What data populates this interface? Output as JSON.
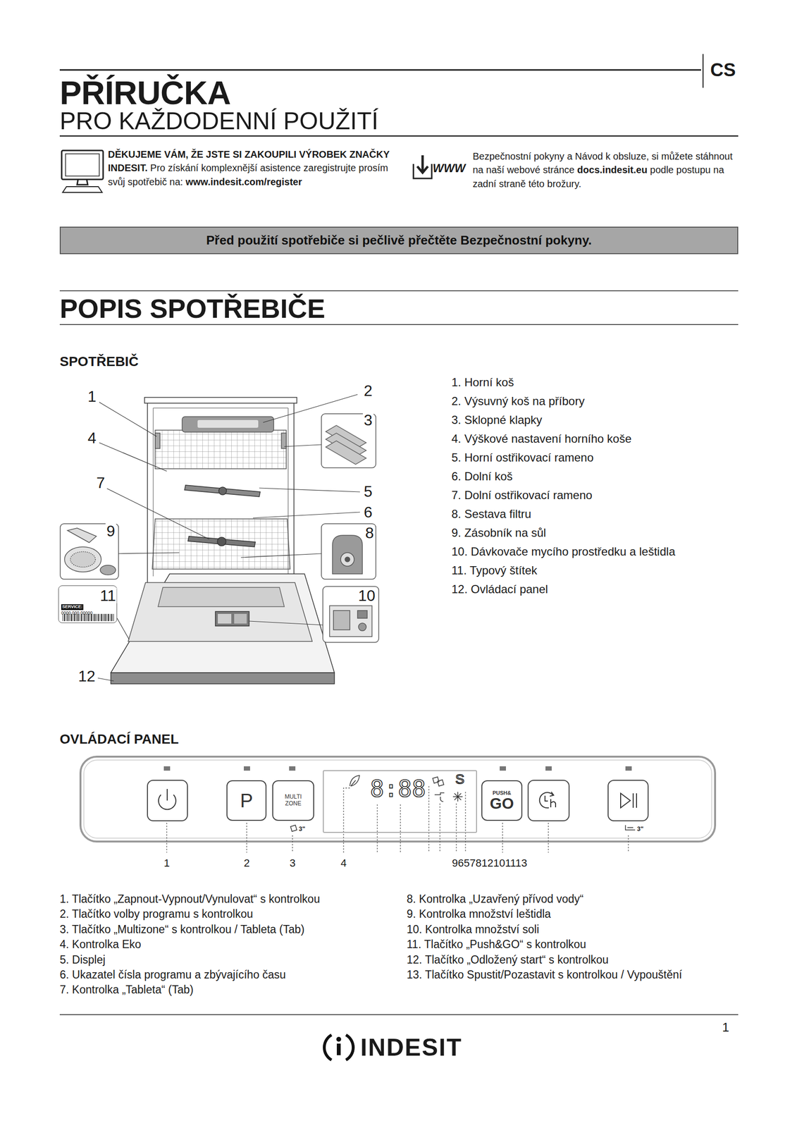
{
  "diagram": {
    "title": "PŘÍRUČKA",
    "nodes": [
      {
        "text": [
          "Před použití spotřebiče si pečlivě přečtěte Bezpečnostní pokyny."
        ]
      },
      {
        "text": [
          "SERVICE:",
          "0000 000 00000"
        ]
      },
      {
        "text": [
          "P"
        ]
      },
      {
        "text": [
          "MULTI ZONE"
        ]
      },
      {
        "text": [
          "8:88",
          "S"
        ]
      },
      {
        "text": [
          "PUSH&",
          "GO"
        ]
      }
    ],
    "labels": [
      "CS",
      "PRO KAŽDODENNÍ POUŽITÍ",
      "DĚKUJEME VÁM, ŽE JSTE SI ZAKOUPILI VÝROBEK ZNAČKY INDESIT.",
      "Pro získání komplexnější asistence zaregistrujte prosím svůj spotřebič na:",
      "www.indesit.com/register",
      "WWW",
      "Bezpečnostní pokyny a Návod k obsluze, si můžete stáhnout na naší webové stránce",
      "docs.indesit.eu",
      "podle postupu na zadní straně této brožury.",
      "POPIS SPOTŘEBIČE",
      "SPOTŘEBIČ",
      "1",
      "2",
      "3",
      "4",
      "5",
      "6",
      "7",
      "8",
      "9",
      "10",
      "11",
      "12",
      "1. Horní koš",
      "2. Výsuvný koš na příbory",
      "3. Sklopné klapky",
      "4. Výškové nastavení horního koše",
      "5. Horní ostřikovací rameno",
      "6. Dolní koš",
      "7. Dolní ostřikovací rameno",
      "8. Sestava filtru",
      "9. Zásobník na sůl",
      "10. Dávkovače mycího prostředku a leštidla",
      "11. Typový štítek",
      "12. Ovládací panel",
      "OVLÁDACÍ PANEL",
      "3\"",
      "3\"",
      "1",
      "2",
      "3",
      "4",
      "9657812101113",
      "1. Tlačítko „Zapnout-Vypnout/Vynulovat“ s kontrolkou",
      "2. Tlačítko volby programu s kontrolkou",
      "3. Tlačítko „Multizone“ s kontrolkou / Tableta (Tab)",
      "4. Kontrolka Eko",
      "5. Displej",
      "6. Ukazatel čísla programu a zbývajícího času",
      "7. Kontrolka „Tableta“ (Tab)",
      "8. Kontrolka „Uzavřený přívod vody“",
      "9. Kontrolka množství leštidla",
      "10. Kontrolka množství soli",
      "11. Tlačítko „Push&GO“ s kontrolkou",
      "12. Tlačítko „Odložený start“ s kontrolkou",
      "13. Tlačítko Spustit/Pozastavit s kontrolkou / Vypouštění",
      "1",
      "INDESIT"
    ]
  }
}
